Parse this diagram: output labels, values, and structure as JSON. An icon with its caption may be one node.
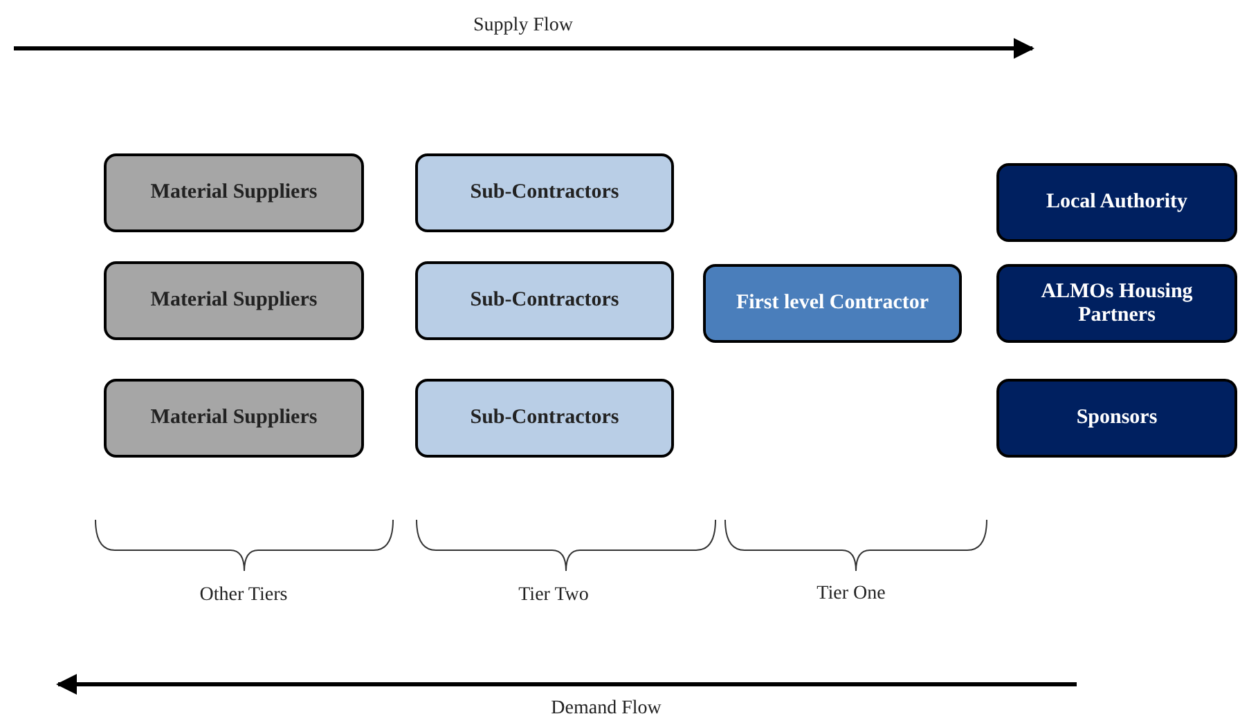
{
  "diagram": {
    "nodes": [
      {
        "text": [
          "Material Suppliers"
        ]
      },
      {
        "text": [
          "Sub-Contractors"
        ]
      },
      {
        "text": [
          "Local Authority"
        ]
      },
      {
        "text": [
          "Material Suppliers"
        ]
      },
      {
        "text": [
          "Sub-Contractors"
        ]
      },
      {
        "text": [
          "First level Contractor"
        ]
      },
      {
        "text": [
          "ALMOs Housing Partners"
        ]
      },
      {
        "text": [
          "Material Suppliers"
        ]
      },
      {
        "text": [
          "Sub-Contractors"
        ]
      },
      {
        "text": [
          "Sponsors"
        ]
      }
    ],
    "edges": [],
    "labels": [
      "Supply Flow",
      "Other Tiers",
      "Tier Two",
      "Tier One",
      "Demand Flow"
    ]
  }
}
